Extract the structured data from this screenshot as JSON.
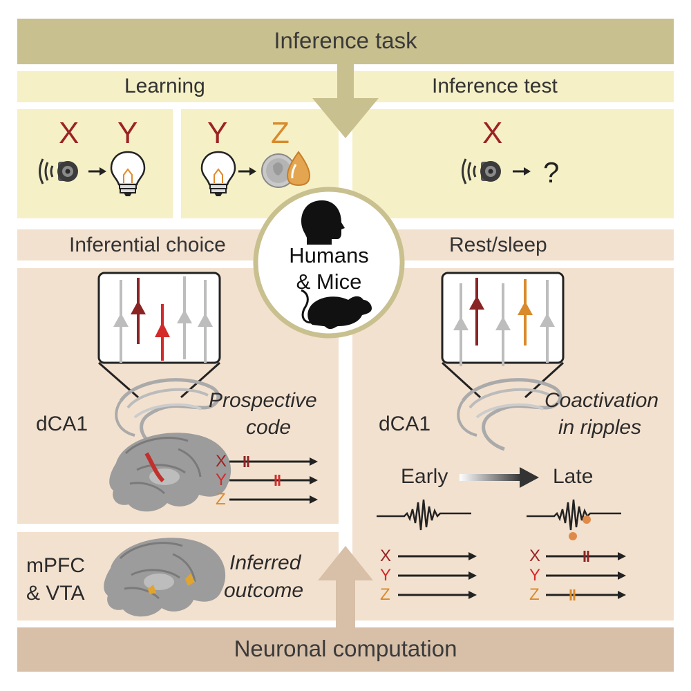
{
  "header": {
    "title": "Inference task"
  },
  "footer": {
    "title": "Neuronal computation"
  },
  "learning": {
    "label": "Learning",
    "pair1": {
      "left": "X",
      "right": "Y"
    },
    "pair2": {
      "left": "Y",
      "right": "Z"
    }
  },
  "inference_test": {
    "label": "Inference test",
    "letter": "X",
    "question": "?"
  },
  "center": {
    "line1": "Humans",
    "line2": "& Mice"
  },
  "inferential_choice": {
    "label": "Inferential choice",
    "region": "dCA1",
    "caption_line1": "Prospective",
    "caption_line2": "code",
    "rows": [
      "X",
      "Y",
      "Z"
    ]
  },
  "rest_sleep": {
    "label": "Rest/sleep",
    "region": "dCA1",
    "caption_line1": "Coactivation",
    "caption_line2": "in ripples",
    "early": "Early",
    "late": "Late",
    "rows_early": [
      "X",
      "Y",
      "Z"
    ],
    "rows_late": [
      "X",
      "Y",
      "Z"
    ]
  },
  "mpfc": {
    "region_line1": "mPFC",
    "region_line2": "& VTA",
    "caption_line1": "Inferred",
    "caption_line2": "outcome"
  },
  "colors": {
    "olive": "#c9c08f",
    "yellow": "#f5f0c6",
    "peach": "#f3e1cf",
    "tan": "#d7bfa8",
    "red": "#9b2323",
    "bright_red": "#d42a2a",
    "orange": "#d98a2b"
  }
}
